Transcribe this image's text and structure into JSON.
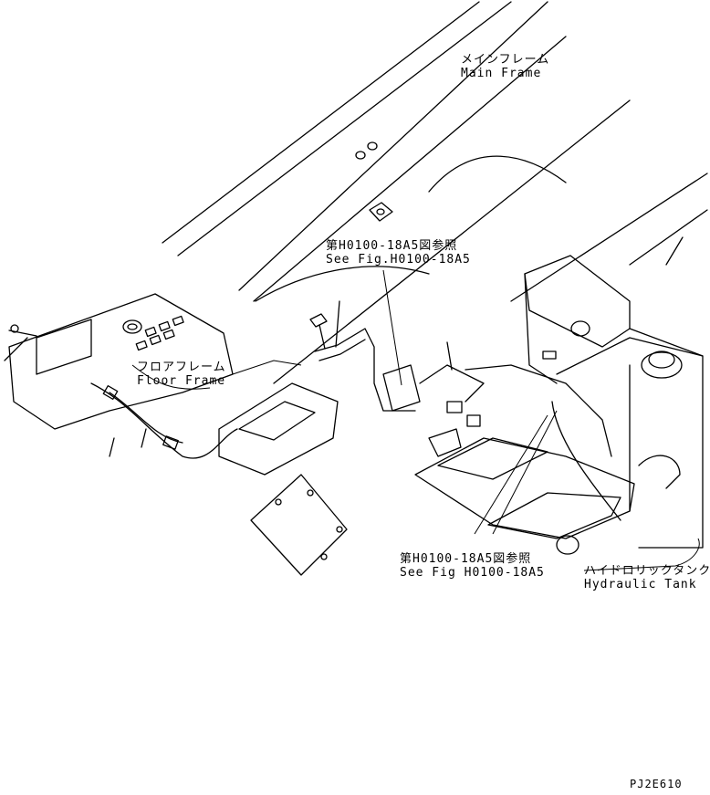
{
  "labels": {
    "main_frame": {
      "jp": "メインフレーム",
      "en": "Main Frame"
    },
    "floor_frame": {
      "jp": "フロアフレーム",
      "en": "Floor Frame"
    },
    "ref_upper": {
      "jp": "第H0100-18A5図参照",
      "en": "See Fig.H0100-18A5"
    },
    "ref_lower": {
      "jp": "第H0100-18A5図参照",
      "en": "See Fig H0100-18A5"
    },
    "hydraulic_tank": {
      "jp": "ハイドロリックタンク",
      "en": "Hydraulic Tank"
    }
  },
  "drawing_code": "PJ2E610"
}
